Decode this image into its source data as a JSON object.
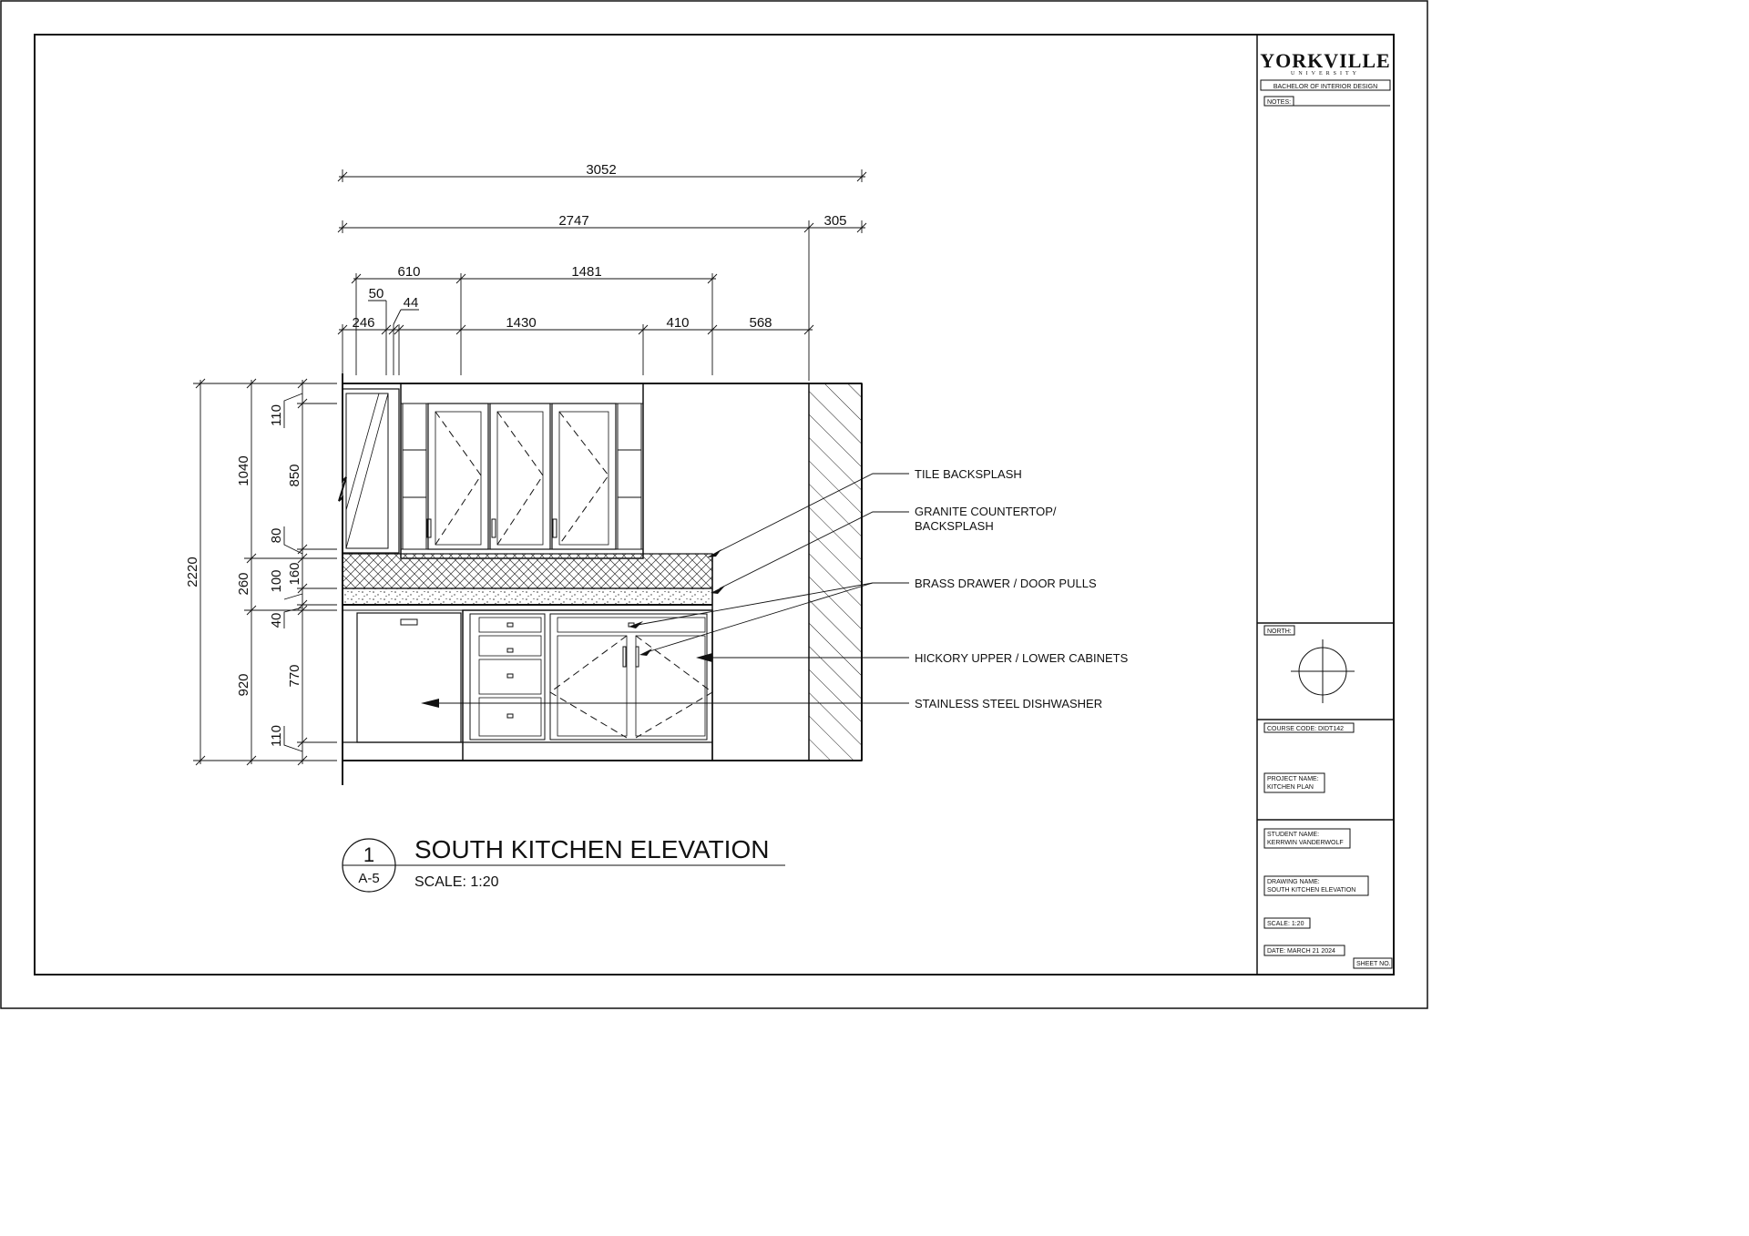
{
  "title_block": {
    "university": "YORKVILLE",
    "university_sub": "UNIVERSITY",
    "program": "BACHELOR OF INTERIOR DESIGN",
    "notes_label": "NOTES:",
    "north_label": "NORTH:",
    "course_code": "COURSE CODE: DIDT142",
    "project_name_1": "PROJECT NAME:",
    "project_name_2": "KITCHEN PLAN",
    "student_name_1": "STUDENT NAME:",
    "student_name_2": "KERRWIN VANDERWOLF",
    "drawing_name_1": "DRAWING NAME:",
    "drawing_name_2": "SOUTH KITCHEN ELEVATION",
    "scale": "SCALE: 1:20",
    "date": "DATE: MARCH 21 2024",
    "sheet_no": "SHEET NO."
  },
  "drawing": {
    "title": "SOUTH KITCHEN ELEVATION",
    "scale": "SCALE: 1:20",
    "detail_number": "1",
    "sheet_ref": "A-5"
  },
  "dimensions": {
    "horizontal": {
      "overall": "3052",
      "d2747": "2747",
      "d305": "305",
      "d610": "610",
      "d1481": "1481",
      "d50": "50",
      "d44": "44",
      "d246": "246",
      "d1430": "1430",
      "d410": "410",
      "d568": "568"
    },
    "vertical": {
      "overall": "2220",
      "d1040": "1040",
      "d260": "260",
      "d920": "920",
      "d110_top": "110",
      "d850": "850",
      "d80": "80",
      "d100": "100",
      "d160": "160",
      "d40": "40",
      "d770": "770",
      "d110_bottom": "110"
    }
  },
  "annotations": {
    "tile_backsplash": "TILE BACKSPLASH",
    "granite_1": "GRANITE COUNTERTOP/",
    "granite_2": "BACKSPLASH",
    "brass_pulls": "BRASS DRAWER / DOOR PULLS",
    "hickory_cabinets": "HICKORY UPPER / LOWER CABINETS",
    "dishwasher": "STAINLESS STEEL DISHWASHER"
  }
}
